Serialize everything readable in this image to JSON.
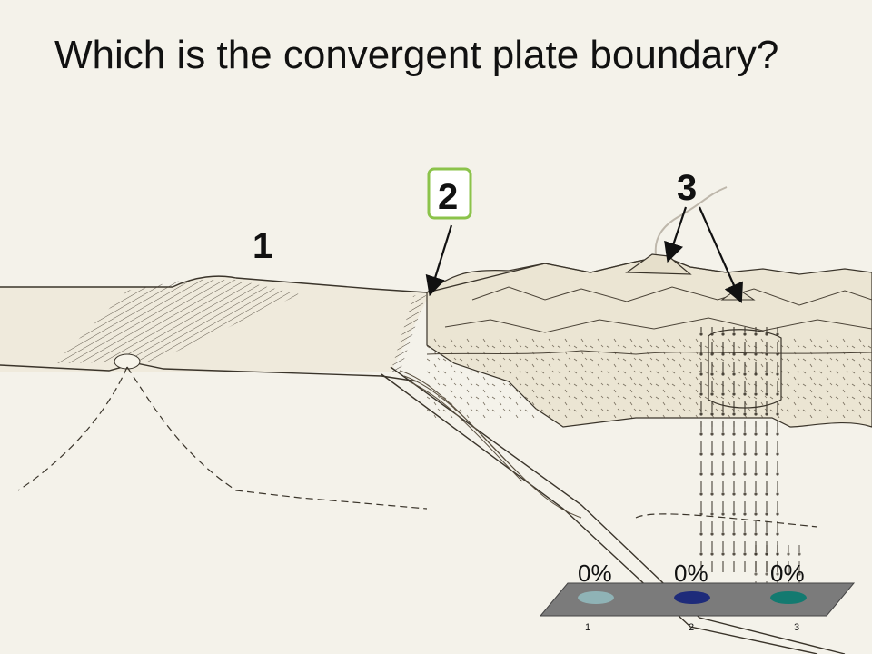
{
  "slide": {
    "title": "Which is the convergent plate boundary?"
  },
  "labels": {
    "one": "1",
    "two": "2",
    "three": "3"
  },
  "poll": {
    "options": [
      {
        "number": "1",
        "percent": "0%",
        "color": "#8fb3b6"
      },
      {
        "number": "2",
        "percent": "0%",
        "color": "#1e2b7a"
      },
      {
        "number": "3",
        "percent": "0%",
        "color": "#137a70"
      }
    ]
  },
  "colors": {
    "highlight_box": "#8bc34a",
    "sketch_line": "#3a342a",
    "background": "#f4f2ea"
  }
}
